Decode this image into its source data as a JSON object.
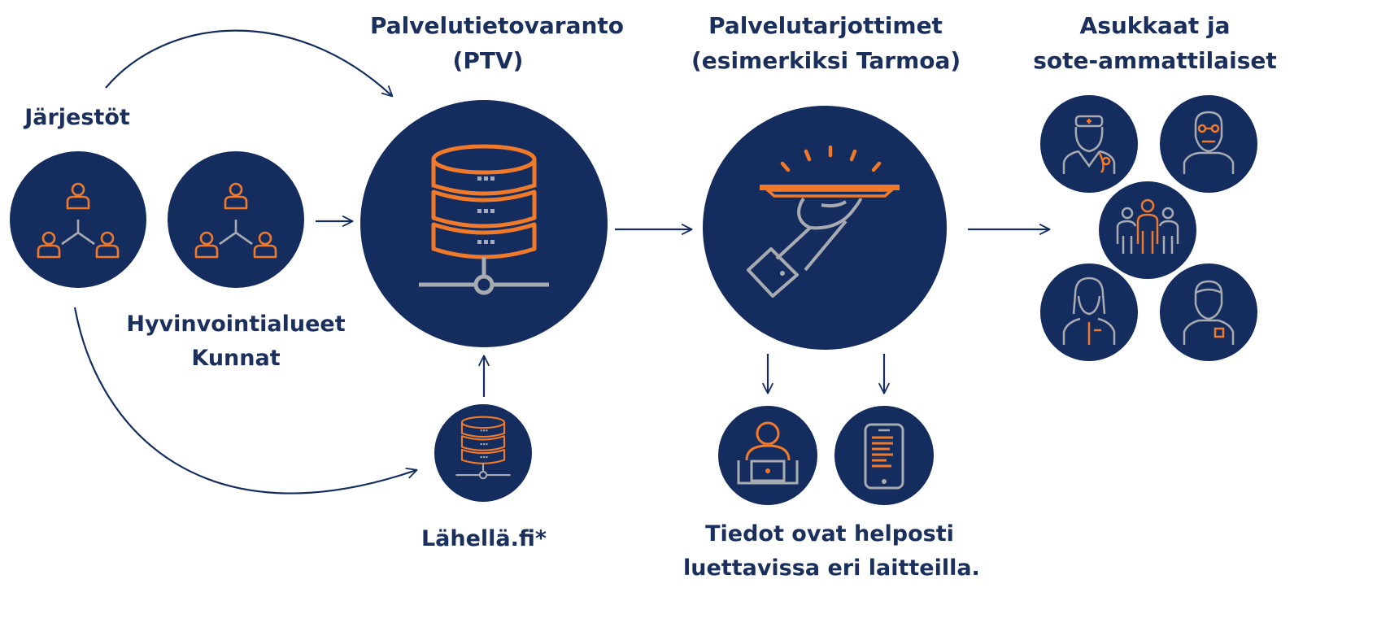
{
  "colors": {
    "navy": "#142d5e",
    "orange": "#f07a2a",
    "gray": "#a8abb1",
    "text": "#1a2f5c"
  },
  "labels": {
    "ptv_line1": "Palvelutietovaranto",
    "ptv_line2": "(PTV)",
    "providers_line1": "Palvelutarjottimet",
    "providers_line2": "(esimerkiksi Tarmoa)",
    "residents_line1": "Asukkaat ja",
    "residents_line2": "sote-ammattilaiset",
    "organizations": "Järjestöt",
    "regions_line1": "Hyvinvointialueet",
    "regions_line2": "Kunnat",
    "lahella": "Lähellä.fi*",
    "info_line1": "Tiedot ovat helposti",
    "info_line2": "luettavissa eri laitteilla."
  },
  "icons": {
    "organizations_network": "people-network-icon",
    "regions_network": "people-network-icon",
    "ptv_database": "database-server-icon",
    "lahella_database": "database-server-icon",
    "serving_tray": "hand-serving-tray-icon",
    "computer_user": "person-at-laptop-icon",
    "mobile": "smartphone-icon",
    "doctor": "doctor-icon",
    "senior": "senior-person-icon",
    "family": "family-icon",
    "nurse": "nurse-icon",
    "person": "person-badge-icon"
  }
}
